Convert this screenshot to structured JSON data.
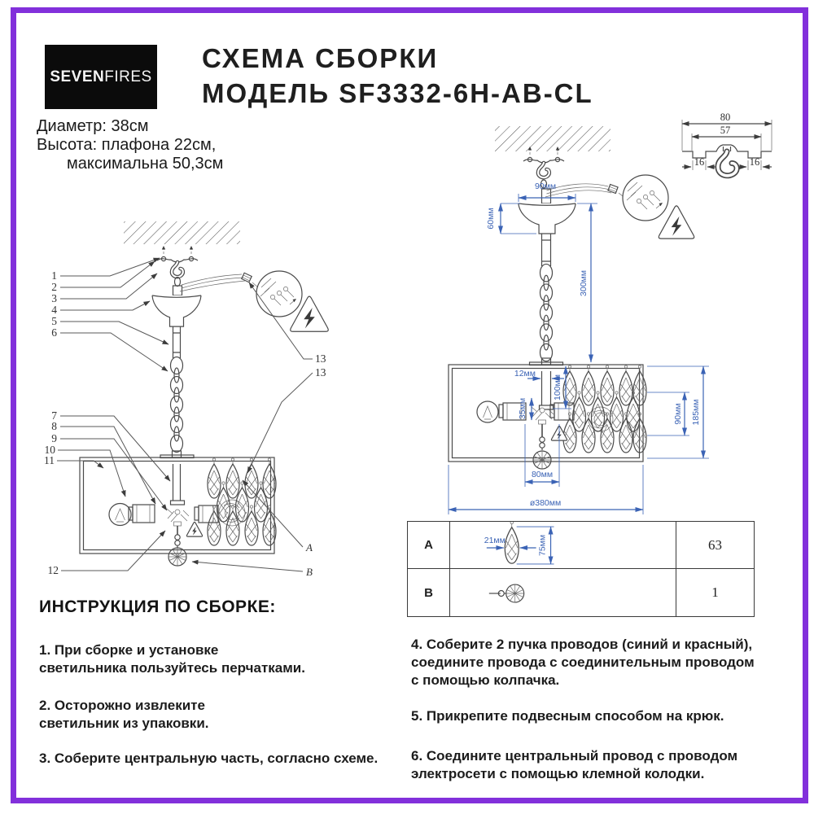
{
  "colors": {
    "accent_purple": "#8230db",
    "dimension_blue": "#3b63b5",
    "line_gray": "#4a4a4a"
  },
  "logo": {
    "part1": "SEVEN",
    "part2": "FIRES"
  },
  "header": {
    "title_line1": "СХЕМА СБОРКИ",
    "title_line2": "МОДЕЛЬ SF3332-6H-AB-CL"
  },
  "specs": {
    "line1": "Диаметр: 38см",
    "line2": "Высота: плафона 22см,",
    "line3": "максимальна 50,3см"
  },
  "diagram_left": {
    "part_labels": [
      "1",
      "2",
      "3",
      "4",
      "5",
      "6",
      "7",
      "8",
      "9",
      "10",
      "11",
      "12"
    ],
    "callout_13_top": "13",
    "callout_13_bottom": "13",
    "label_a": "A",
    "label_b": "B"
  },
  "mount_detail": {
    "dim_overall": "80",
    "dim_holes": "57",
    "dim_left": "16",
    "dim_right": "16"
  },
  "diagram_right": {
    "dims": {
      "canopy_width": "90мм",
      "canopy_height": "60мм",
      "suspension_height": "300мм",
      "pipe_width": "12мм",
      "top_to_arm": "100мм",
      "arm_to_hub": "35мм",
      "crystal_row_height": "90мм",
      "shade_height": "185мм",
      "bottom_width": "80мм",
      "diameter": "ø380мм"
    }
  },
  "parts_table": {
    "row_a": {
      "label": "A",
      "width_dim": "21мм",
      "height_dim": "75мм",
      "qty": "63"
    },
    "row_b": {
      "label": "B",
      "qty": "1"
    }
  },
  "instructions": {
    "heading": "ИНСТРУКЦИЯ ПО СБОРКЕ:",
    "items_left": [
      "1. При сборке и установке\nсветильника пользуйтесь перчатками.",
      "2. Осторожно извлеките\nсветильник из упаковки.",
      "3. Соберите центральную часть, согласно схеме."
    ],
    "items_right": [
      "4. Соберите 2 пучка проводов (синий и красный),\nсоедините провода с соединительным проводом\nс помощью колпачка.",
      "5. Прикрепите подвесным способом на крюк.",
      "6. Соедините центральный провод с проводом\nэлектросети с помощью клемной колодки."
    ]
  }
}
